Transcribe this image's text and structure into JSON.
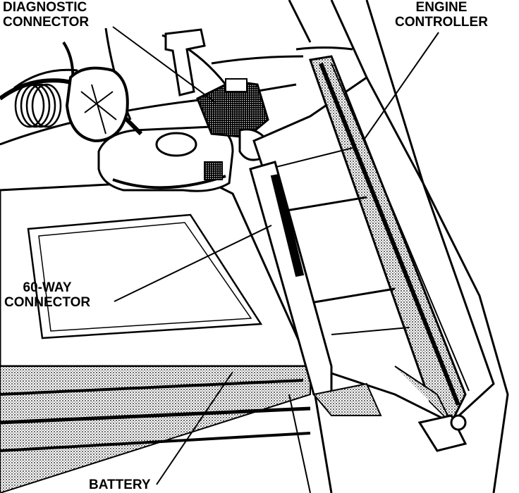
{
  "labels": {
    "diagnostic_connector": [
      "DIAGNOSTIC",
      "CONNECTOR"
    ],
    "engine_controller": [
      "ENGINE",
      "CONTROLLER"
    ],
    "sixty_way_connector": [
      "60-WAY",
      "CONNECTOR"
    ],
    "battery": "BATTERY"
  },
  "colors": {
    "ink": "#000000",
    "paper": "#ffffff",
    "shade": "#9a9a9a"
  }
}
